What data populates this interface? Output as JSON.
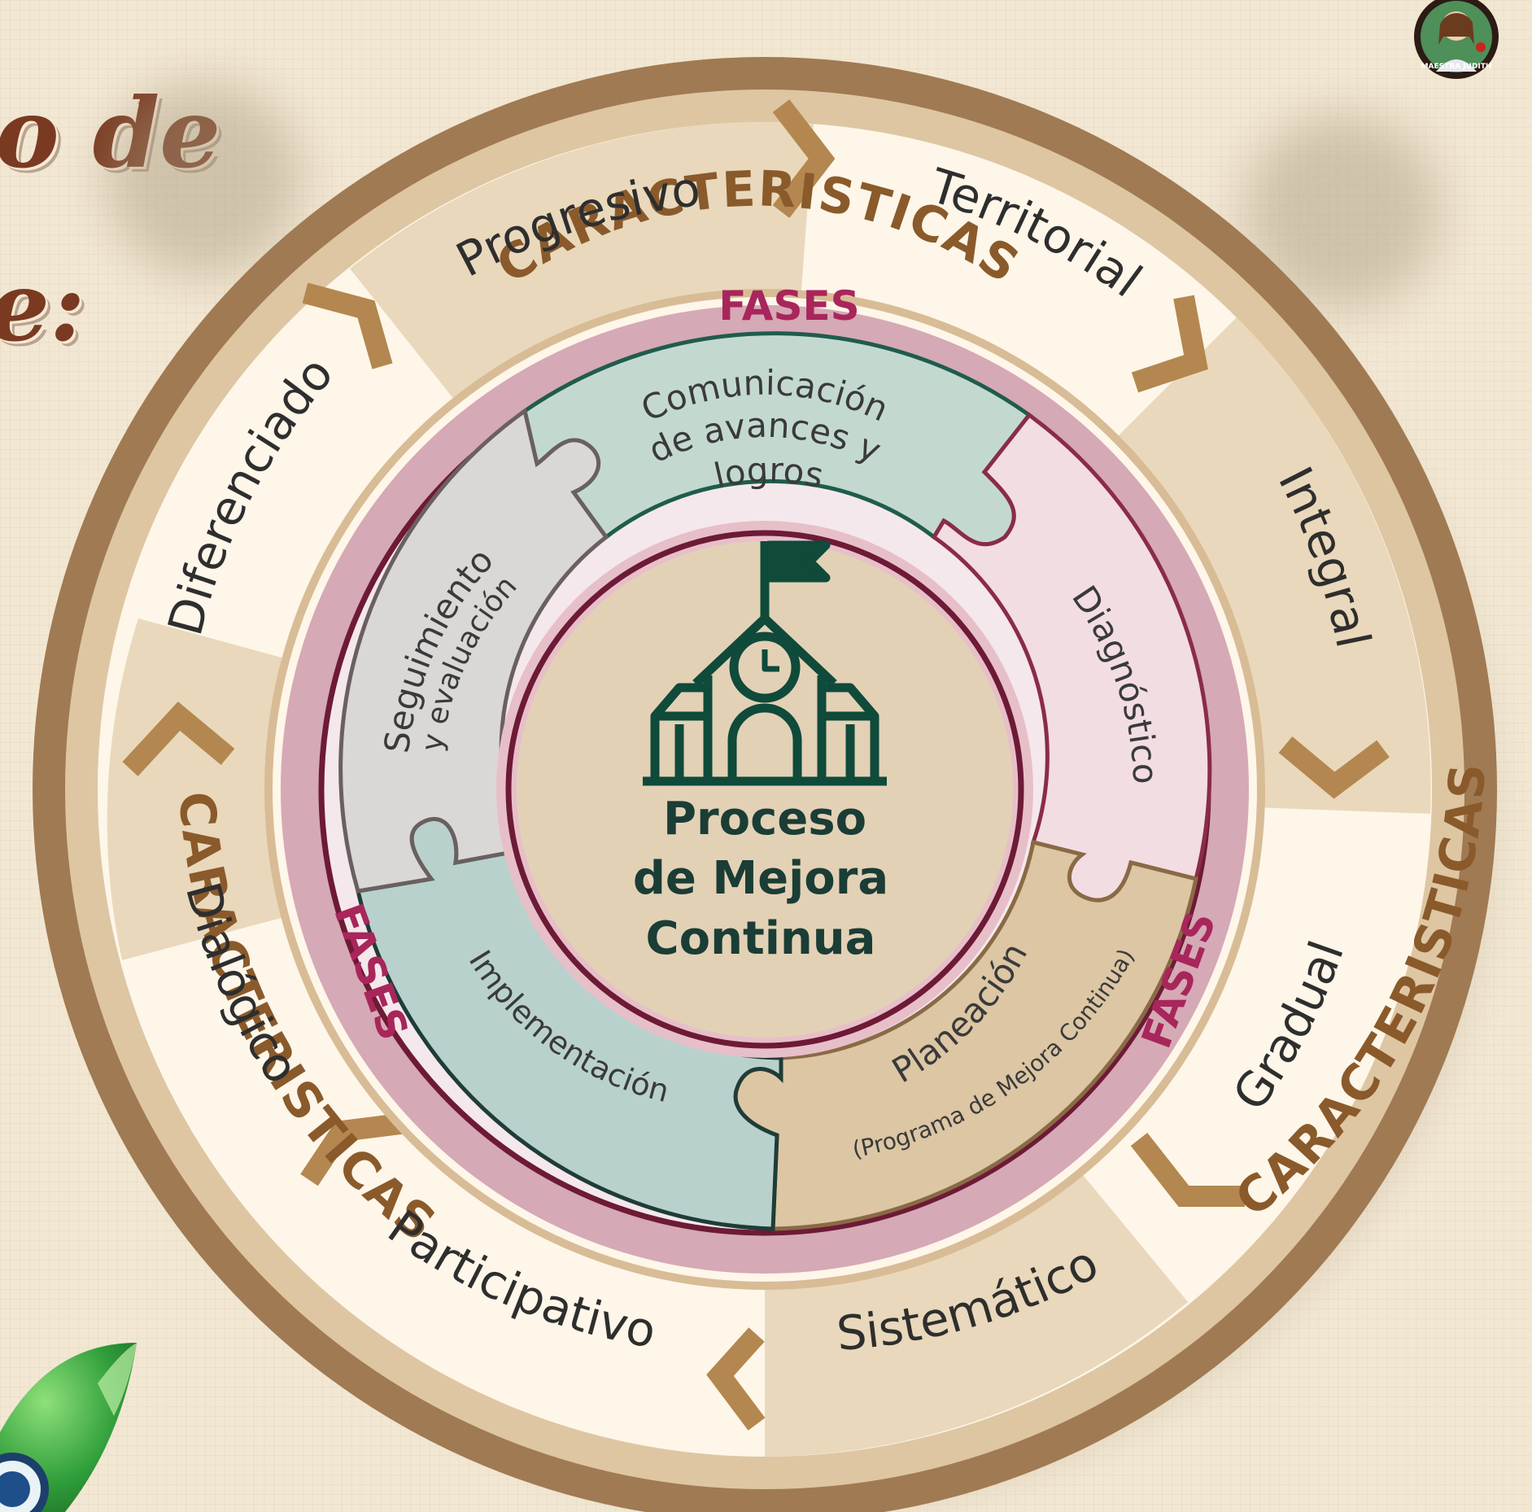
{
  "header": {
    "line1": "o de",
    "line2": "e:"
  },
  "diagram": {
    "center": {
      "line1": "Proceso",
      "line2": "de Mejora",
      "line3": "Continua"
    },
    "characteristics_label": "CARACTERISTICAS",
    "characteristics": [
      "Progresivo",
      "Territorial",
      "Integral",
      "Gradual",
      "Sistemático",
      "Participativo",
      "Dialógico",
      "Diferenciado"
    ],
    "phases_label": "FASES",
    "phases": {
      "comunicacion": [
        "Comunicación",
        "de avances y",
        "logros"
      ],
      "diagnostico": "Diagnóstico",
      "planeacion": "Planeación",
      "planeacion_sub": "(Programa de Mejora Continua)",
      "implementacion": "Implementación",
      "seguimiento": [
        "Seguimiento",
        "y evaluación"
      ]
    }
  },
  "badge": {
    "text": "MAESTRA JUDITH"
  },
  "colors": {
    "outer_ring": "#a07a52",
    "band_light": "#fdf6e9",
    "band_dark": "#e9d8bb",
    "phases_ring": "#d5a9b5",
    "maroon": "#6d1a36",
    "teal_piece": "#c3d9d0",
    "pink_piece": "#f2dde3",
    "tan_piece": "#dcc6a4",
    "grey_piece": "#dad8d6",
    "green_icon": "#0f4a3a"
  }
}
